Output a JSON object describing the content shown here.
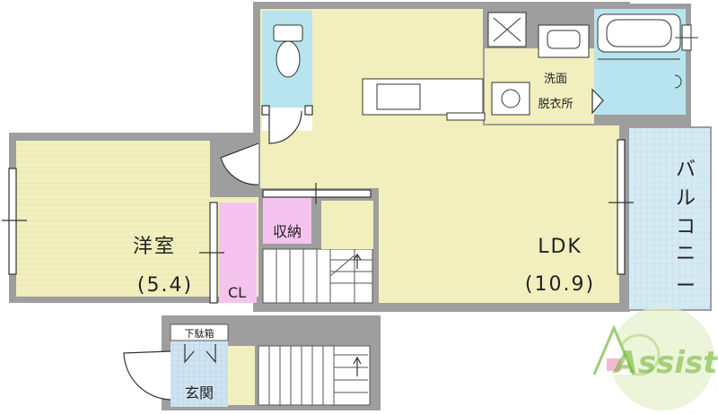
{
  "rooms": {
    "western_room": {
      "name": "洋室",
      "size": "(5.4)"
    },
    "closet": "CL",
    "storage": "収納",
    "ldk": {
      "name": "LDK",
      "size": "(10.9)"
    },
    "washroom": [
      "洗面",
      "脱衣所"
    ],
    "balcony": [
      "バ",
      "ル",
      "コ",
      "ニ",
      "ー"
    ],
    "shoe_box": "下駄箱",
    "entrance": "玄関"
  },
  "logo": {
    "text": "Assist"
  },
  "colors": {
    "room_beige": "#f0efbd",
    "closet_pink": "#f5c4ee",
    "wet_blue": "#b7e4ef",
    "balcony_blue": "#d3e9f2",
    "entrance_tile": "#c9ddef",
    "wall_gray": "#9e9e9e",
    "logo_green": "#6cb330"
  }
}
